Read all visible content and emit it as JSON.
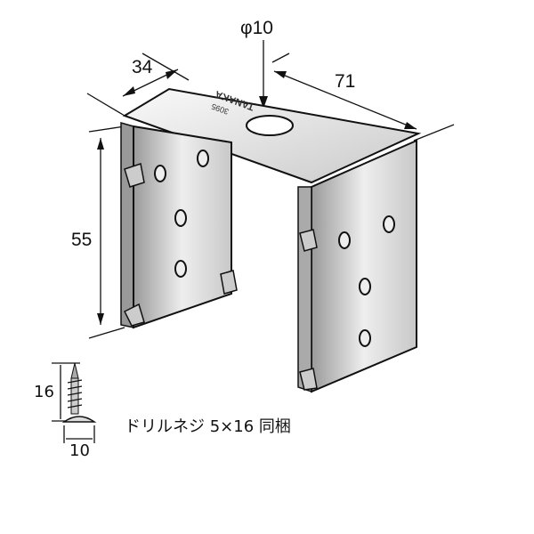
{
  "dimensions": {
    "hole": "φ10",
    "depth": "34",
    "width": "71",
    "height": "55",
    "screw_length": "16",
    "screw_head": "10"
  },
  "stamp": {
    "brand": "TANAKA",
    "code": "3095"
  },
  "caption": "ドリルネジ 5×16 同梱",
  "colors": {
    "metal_light": "#f2f2f2",
    "metal_dark": "#bdbdbd",
    "line": "#111111"
  }
}
